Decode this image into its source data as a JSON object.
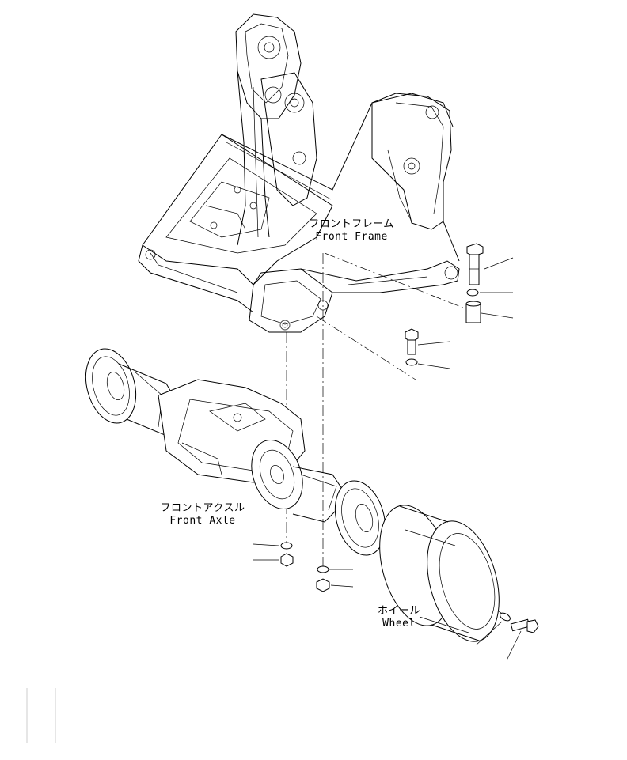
{
  "labels": {
    "front_frame_ja": "フロントフレーム",
    "front_frame_en": "Front Frame",
    "front_axle_ja": "フロントアクスル",
    "front_axle_en": "Front Axle",
    "wheel_ja": "ホイール",
    "wheel_en": "Wheel"
  }
}
